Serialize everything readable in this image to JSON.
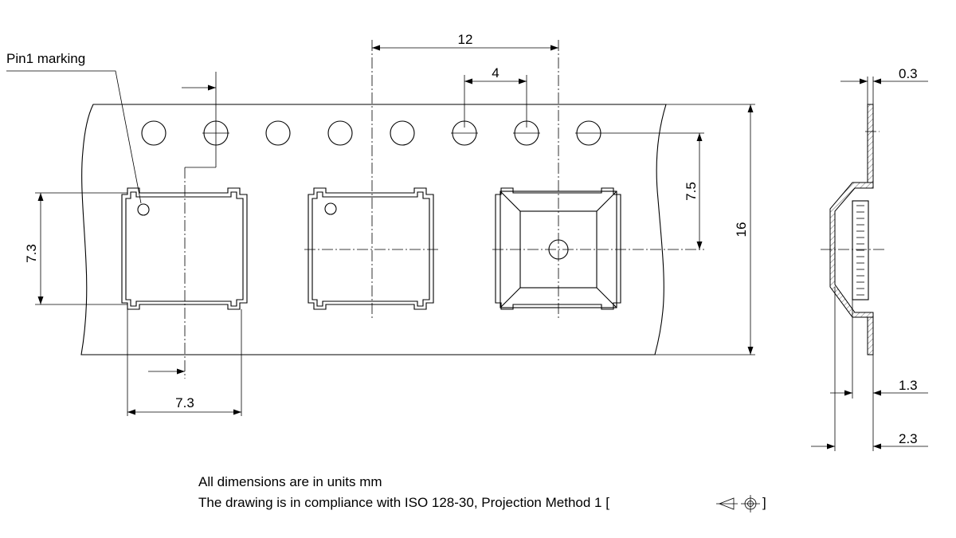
{
  "labels": {
    "pin1": "Pin1 marking",
    "pitch_pocket": "12",
    "pitch_hole": "4",
    "hole_to_center": "7.5",
    "tape_width": "16",
    "pocket_height": "7.3",
    "pocket_width": "7.3",
    "tape_thickness": "0.3",
    "pocket_depth_inner": "1.3",
    "pocket_depth_total": "2.3"
  },
  "notes": {
    "units": "All dimensions are in units mm",
    "compliance": "The drawing is in compliance with ISO 128-30, Projection Method 1 [",
    "compliance_end": "]"
  },
  "symbols": {
    "projection": "first-angle-projection-icon"
  }
}
